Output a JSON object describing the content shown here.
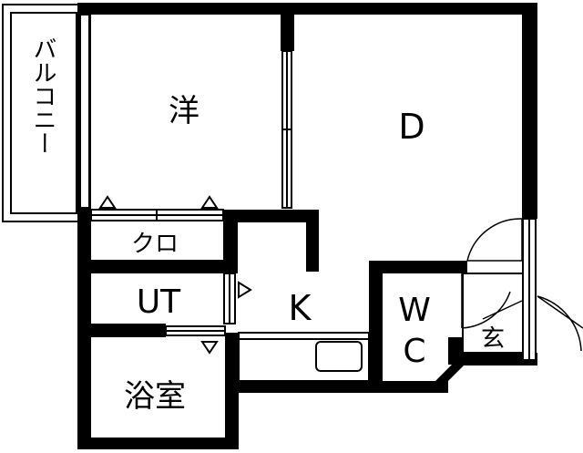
{
  "rooms": {
    "western": "洋",
    "dining": "D",
    "balcony": "バルコニー",
    "closet": "クロ",
    "utility": "UT",
    "kitchen": "K",
    "wc_top": "W",
    "wc_bottom": "C",
    "entrance": "玄",
    "bath": "浴室"
  },
  "colors": {
    "wall": "#000000",
    "background": "#ffffff"
  }
}
